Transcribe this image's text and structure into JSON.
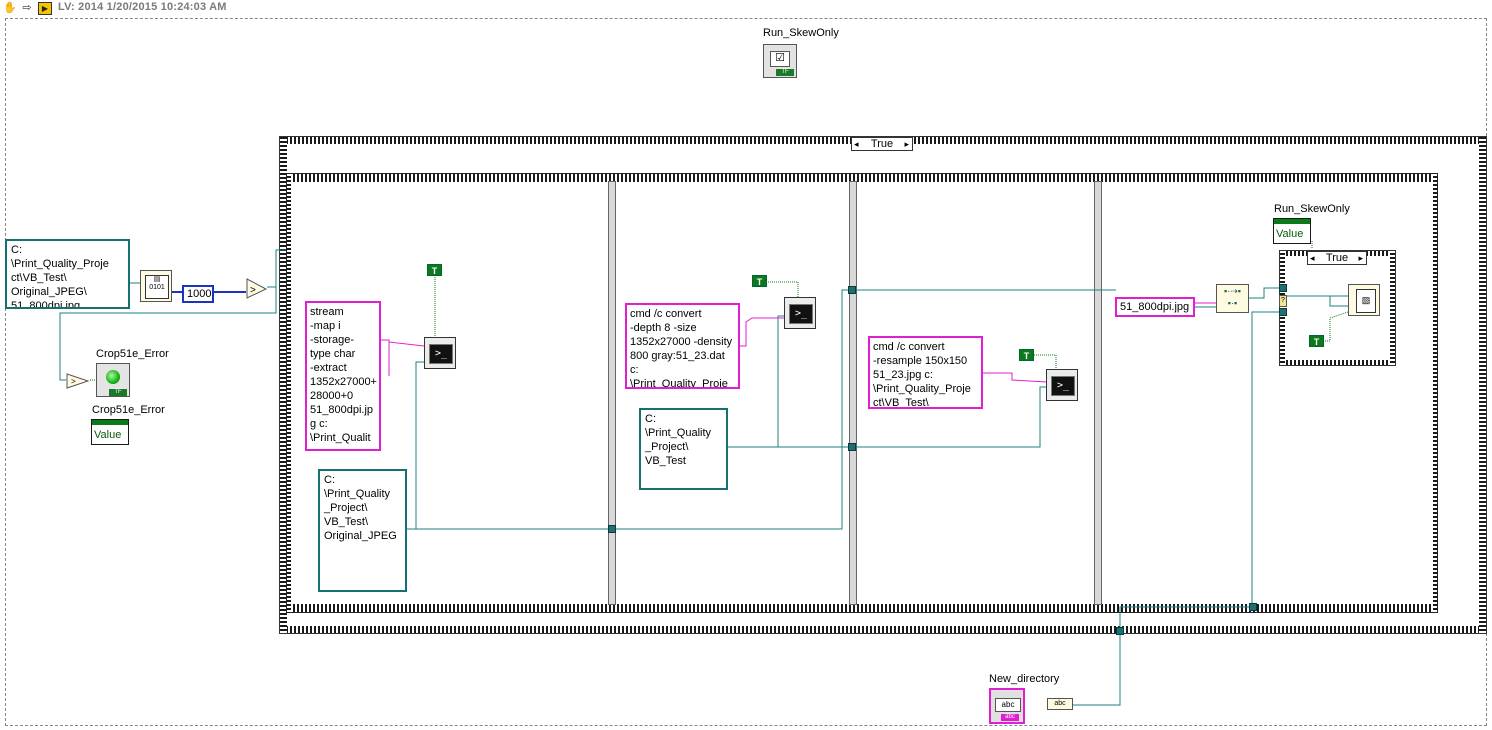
{
  "window": {
    "title": "LV: 2014 1/20/2015 10:24:03 AM",
    "icons": [
      "hand-icon",
      "arrow-icon",
      "labview-run-icon"
    ]
  },
  "controls": {
    "run_skewonly_label": "Run_SkewOnly",
    "run_skewonly_inner_label": "Run_SkewOnly",
    "value_label": "Value",
    "crop_error_indicator_label": "Crop51e_Error",
    "crop_error_property_label": "Crop51e_Error",
    "crop_error_value_label": "Value",
    "new_directory_label": "New_directory",
    "abc": "abc"
  },
  "case_structure": {
    "outer_selector": "True",
    "inner_selector": "True"
  },
  "constants": {
    "source_path": "C:\n\\Print_Quality_Proje\nct\\VB_Test\\\nOriginal_JPEG\\\n51_800dpi.jpg",
    "numeric_1000": "1000",
    "bool_true": "T",
    "frame1_command": "stream\n-map i\n-storage-\ntype char\n-extract\n1352x27000+\n28000+0\n51_800dpi.jp\ng c:\n\\Print_Qualit",
    "frame1_path": "C:\n\\Print_Quality\n_Project\\\nVB_Test\\\nOriginal_JPEG",
    "frame2_command": "cmd /c convert\n-depth 8 -size\n1352x27000 -density\n800 gray:51_23.dat\nc:\n\\Print_Quality_Proje",
    "frame2_path": "C:\n\\Print_Quality\n_Project\\\nVB_Test",
    "frame3_command": "cmd /c convert\n-resample 150x150\n51_23.jpg c:\n\\Print_Quality_Proje\nct\\VB_Test\\",
    "frame4_filename": "51_800dpi.jpg",
    "sys_exec_glyph": ">_"
  },
  "colors": {
    "path_wire": "#1f8080",
    "string_wire": "#e01fd0",
    "numeric_wire": "#1b33c4",
    "boolean_wire": "#0c7a1c"
  }
}
